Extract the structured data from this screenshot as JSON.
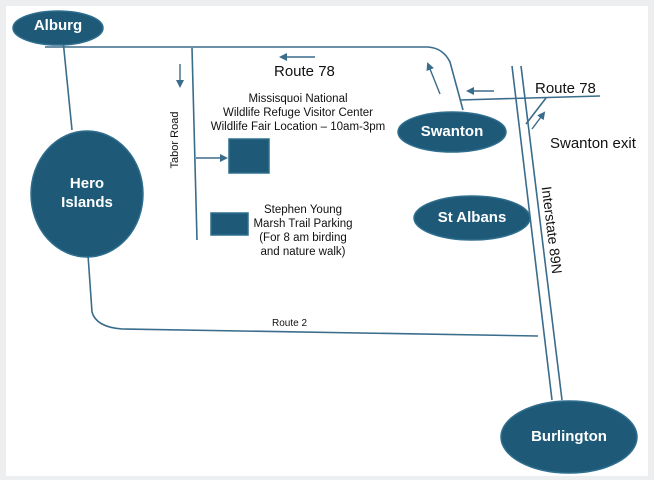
{
  "colors": {
    "node_fill": "#1e5a78",
    "node_stroke": "#2f6e8e",
    "road": "#3a6c8c",
    "label_text": "#ffffff",
    "background": "#ffffff"
  },
  "nodes": {
    "alburg": "Alburg",
    "hero_islands": [
      "Hero",
      "Islands"
    ],
    "swanton": "Swanton",
    "st_albans": "St Albans",
    "burlington": "Burlington"
  },
  "roads": {
    "route78_west": "Route 78",
    "route78_east": "Route 78",
    "tabor_road": "Tabor Road",
    "route2": "Route 2",
    "interstate": "Interstate 89N",
    "swanton_exit": "Swanton exit"
  },
  "locations": {
    "visitor_center": [
      "Missisquoi National",
      "Wildlife Refuge Visitor Center",
      "Wildlife Fair Location – 10am-3pm"
    ],
    "marsh_trail": [
      "Stephen Young",
      "Marsh Trail Parking",
      "(For 8 am birding",
      "and nature walk)"
    ]
  }
}
